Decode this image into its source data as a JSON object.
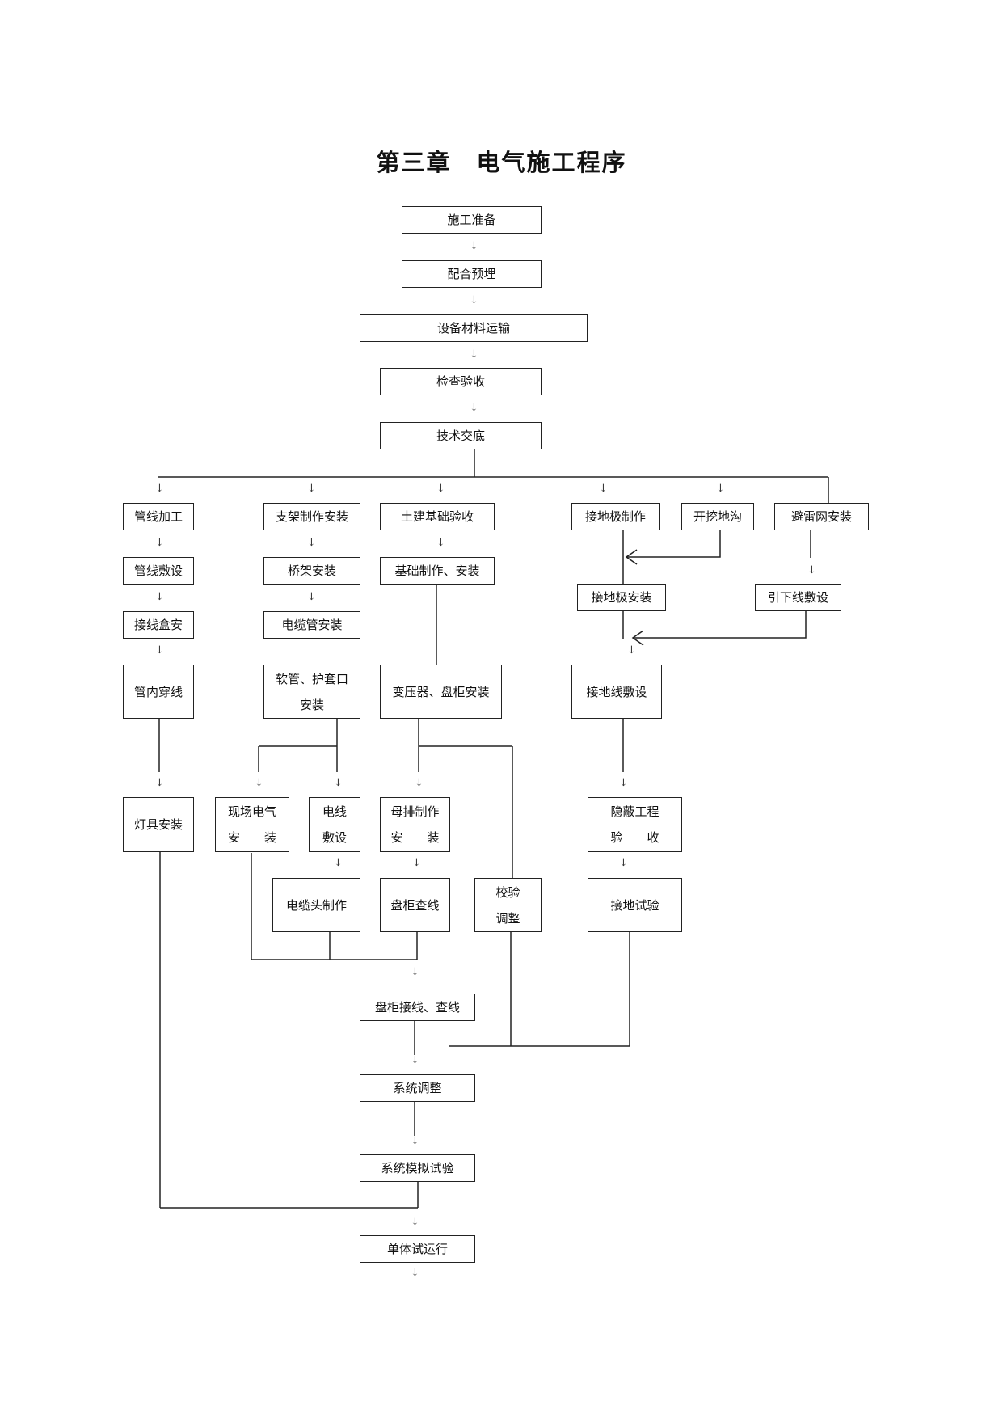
{
  "title": "第三章　电气施工程序",
  "nodes": {
    "prep": "施工准备",
    "embed": "配合预埋",
    "transport": "设备材料运输",
    "inspect": "检查验收",
    "briefing": "技术交底",
    "pipe_process": "管线加工",
    "bracket": "支架制作安装",
    "foundation_accept": "土建基础验收",
    "ground_electrode_make": "接地极制作",
    "trench": "开挖地沟",
    "lightning_net": "避雷网安装",
    "pipe_lay": "管线敷设",
    "tray": "桥架安装",
    "base_make": "基础制作、安装",
    "ground_electrode_install": "接地极安装",
    "down_conductor": "引下线敷设",
    "junction_box": "接线盒安",
    "cable_conduit": "电缆管安装",
    "wire_in_pipe": "管内穿线",
    "hose_line1": "软管、护套口",
    "hose_line2": "安装",
    "transformer": "变压器、盘柜安装",
    "ground_wire": "接地线敷设",
    "lamp": "灯具安装",
    "field_elec_line1": "现场电气",
    "field_elec_line2": "安　　装",
    "wire_lay_line1": "电线",
    "wire_lay_line2": "敷设",
    "busbar_line1": "母排制作",
    "busbar_line2": "安　　装",
    "hidden_line1": "隐蔽工程",
    "hidden_line2": "验　　收",
    "cable_head": "电缆头制作",
    "panel_check": "盘柜查线",
    "calib_line1": "校验",
    "calib_line2": "调整",
    "ground_test": "接地试验",
    "panel_wiring": "盘柜接线、查线",
    "sys_adjust": "系统调整",
    "sys_sim": "系统模拟试验",
    "single_run": "单体试运行"
  },
  "arrow_glyph": "↓"
}
